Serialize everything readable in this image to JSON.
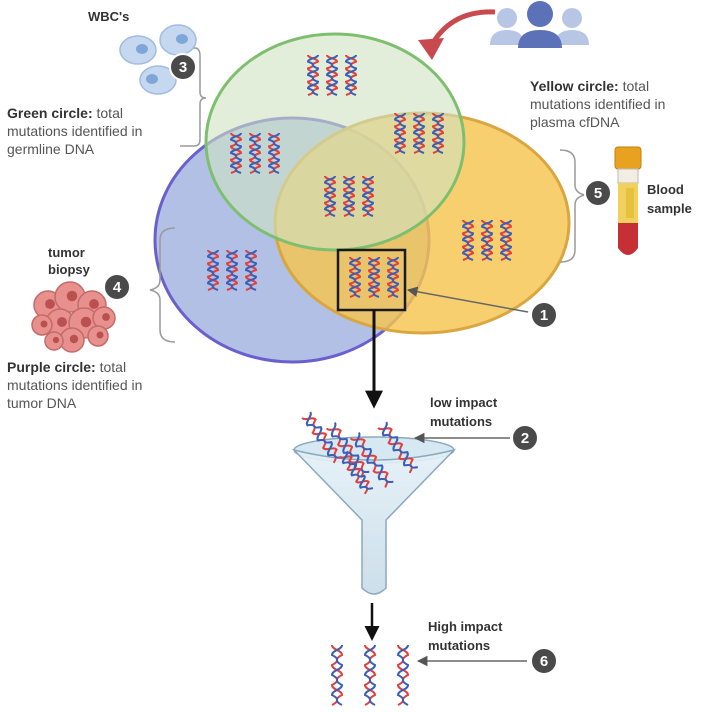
{
  "labels": {
    "wbc": "WBC's",
    "green_title": "Green circle:",
    "green_rest_1": " total",
    "green_rest_2": "mutations identified in",
    "green_rest_3": "germline DNA",
    "yellow_title": "Yellow circle:",
    "yellow_rest_1": " total",
    "yellow_rest_2": "mutations identified in",
    "yellow_rest_3": "plasma cfDNA",
    "purple_title": "Purple circle:",
    "purple_rest_1": " total",
    "purple_rest_2": "mutations identified in",
    "purple_rest_3": "tumor  DNA",
    "tumor_1": "tumor",
    "tumor_2": "biopsy",
    "blood_1": "Blood",
    "blood_2": "sample",
    "low_1": "low impact",
    "low_2": "mutations",
    "high_1": "High impact",
    "high_2": "mutations"
  },
  "badges": [
    "1",
    "2",
    "3",
    "4",
    "5",
    "6"
  ],
  "colors": {
    "green_fill": "#cfe3c2",
    "green_stroke": "#7dbf6e",
    "yellow_fill": "#f6c44f",
    "yellow_stroke": "#d9a640",
    "purple_fill": "#9fb0de",
    "purple_stroke": "#6a5fcf",
    "dna_red": "#e0413e",
    "dna_blue": "#3b5fb8",
    "badge": "#4a4a4a"
  },
  "icons": [
    "people-icon",
    "wbc-cells-icon",
    "tumor-biopsy-icon",
    "blood-tube-icon",
    "funnel-icon"
  ]
}
